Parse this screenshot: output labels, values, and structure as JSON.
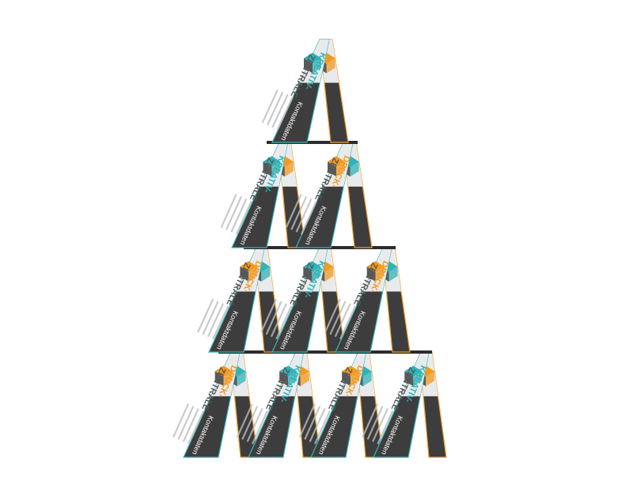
{
  "scene": {
    "description_free": true,
    "background": "#ffffff",
    "card_colors": {
      "dark": "#3d3d3d",
      "light": "#e9eaec",
      "orange": "#f39a1e",
      "teal": "#2fb3b8",
      "edge_teal": "#35b7bd",
      "edge_orange": "#f2a02a",
      "text_light": "#ffffff",
      "text_gray": "#555555"
    }
  },
  "cards": {
    "front_variants": [
      {
        "brand_line1": "DRUCK-",
        "brand_line2": "ZENTRALE",
        "contact_title": "Kontaktdaten",
        "logo": "orange-cube-logo"
      },
      {
        "brand_line1": "KREATIV-",
        "brand_line2": "ZENTRALE",
        "contact_title": "Kontaktdaten",
        "logo": "teal-cube-logo"
      }
    ]
  }
}
